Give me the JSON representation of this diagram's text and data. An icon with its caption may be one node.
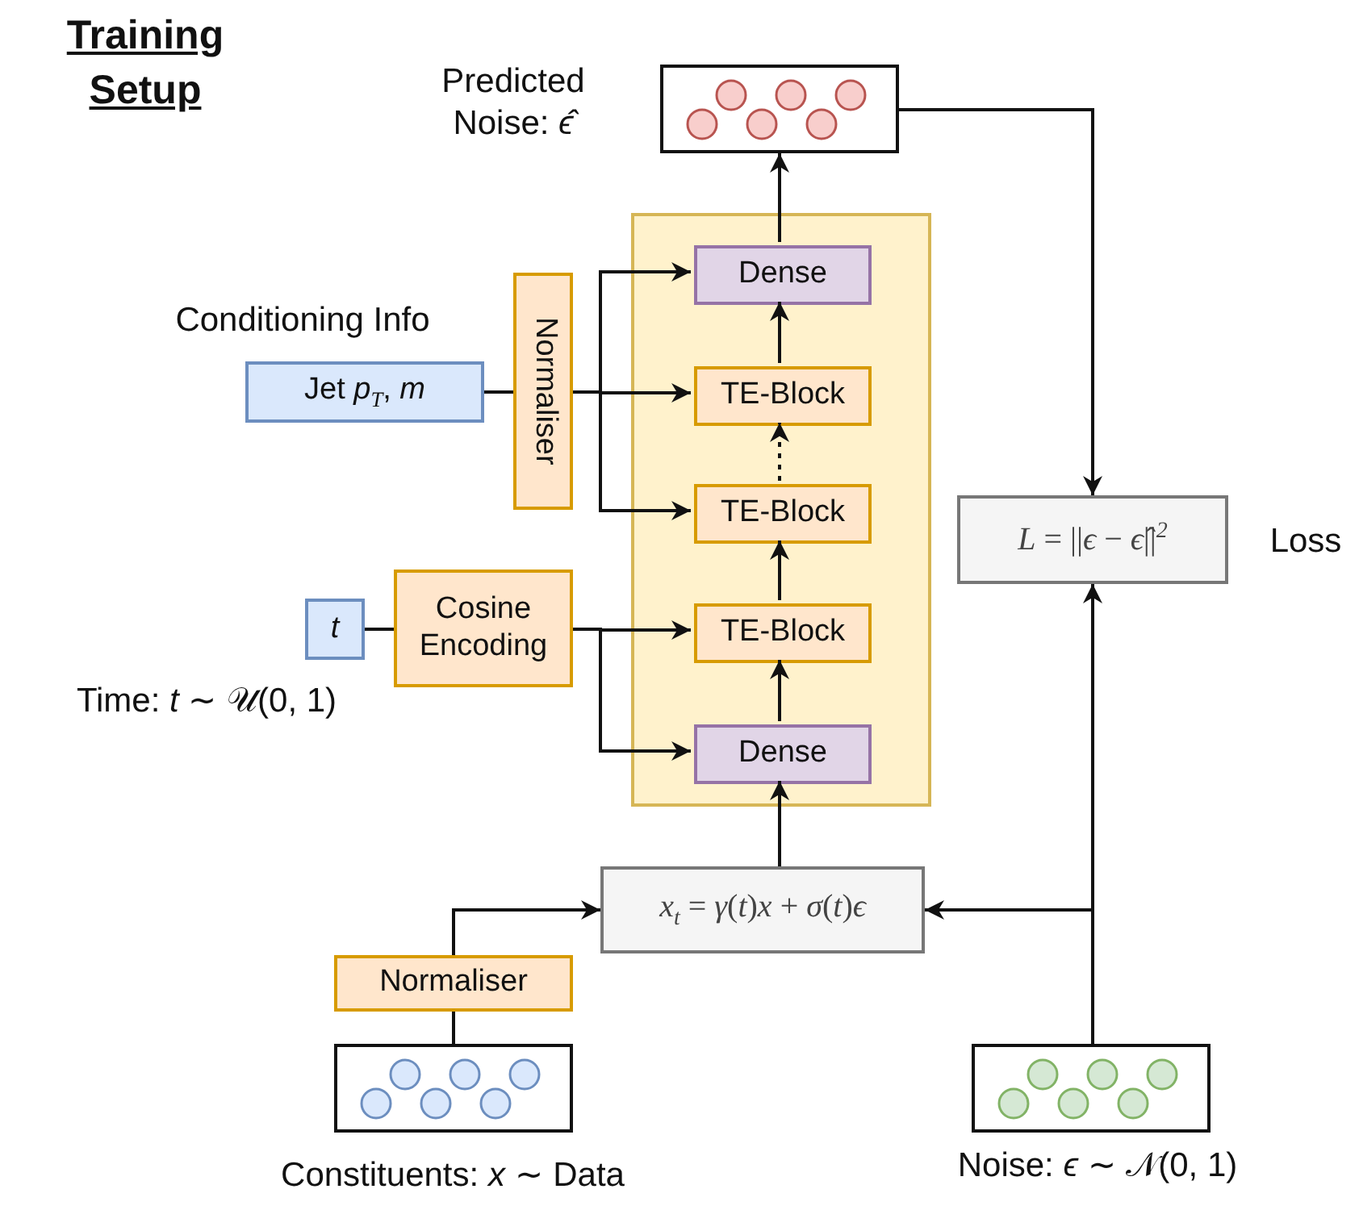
{
  "diagram": {
    "title": "Training Setup",
    "nodes": [
      {
        "text": [],
        "shape": "box"
      },
      {
        "text": [
          "Dense"
        ],
        "in": 0
      },
      {
        "text": [
          "TE-Block"
        ],
        "in": 0
      },
      {
        "text": [
          "TE-Block"
        ],
        "in": 0
      },
      {
        "text": [
          "TE-Block"
        ],
        "in": 0
      },
      {
        "text": [
          "Dense"
        ],
        "in": 0
      },
      {
        "text": [],
        "shape": "box",
        "beside": [
          "Predicted Noise: *ϵ̂*"
        ]
      },
      {
        "text": [
          "Jet *p*$_{T}$, *m*"
        ],
        "beside": [
          "Conditioning Info"
        ]
      },
      {
        "text": [
          "Normaliser"
        ]
      },
      {
        "text": [
          "*t*"
        ],
        "beside": [
          "Time: *t* ∼ 𝒰(0, 1)"
        ]
      },
      {
        "text": [
          "Cosine Encoding"
        ]
      },
      {
        "text": [
          "*L* = ||*ϵ* − *ϵ̂*||$^{2}$"
        ],
        "beside": [
          "Loss"
        ]
      },
      {
        "text": [
          "*x*$_{t}$ = *γ*(*t*)*x* + *σ*(*t*)*ϵ*"
        ]
      },
      {
        "text": [
          "Normaliser"
        ]
      },
      {
        "text": [],
        "shape": "box",
        "beside": [
          "Constituents: *x* ∼ Data"
        ]
      },
      {
        "text": [],
        "shape": "box",
        "beside": [
          "Noise: *ϵ* ∼ 𝒩(0, 1)"
        ]
      }
    ],
    "edges": [
      {
        "from": 1,
        "to": 6,
        "arrow": "to"
      },
      {
        "from": 2,
        "to": 1,
        "arrow": "to"
      },
      {
        "from": 3,
        "to": 2,
        "arrow": "to",
        "style": "dashed"
      },
      {
        "from": 4,
        "to": 3,
        "arrow": "to"
      },
      {
        "from": 5,
        "to": 4,
        "arrow": "to"
      },
      {
        "from": 12,
        "to": 5,
        "arrow": "to"
      },
      {
        "from": 6,
        "to": 11,
        "arrow": "to"
      },
      {
        "from": 15,
        "to": 11,
        "arrow": "to"
      },
      {
        "from": 15,
        "to": 12,
        "arrow": "to"
      },
      {
        "from": 14,
        "to": 13,
        "arrow": "none"
      },
      {
        "from": 13,
        "to": 12,
        "arrow": "to"
      },
      {
        "from": 7,
        "to": 8,
        "arrow": "none"
      },
      {
        "from": 8,
        "to": 1,
        "arrow": "to"
      },
      {
        "from": 8,
        "to": 2,
        "arrow": "to"
      },
      {
        "from": 8,
        "to": 3,
        "arrow": "to"
      },
      {
        "from": 9,
        "to": 10,
        "arrow": "none"
      },
      {
        "from": 10,
        "to": 4,
        "arrow": "to"
      },
      {
        "from": 10,
        "to": 5,
        "arrow": "to"
      }
    ]
  }
}
